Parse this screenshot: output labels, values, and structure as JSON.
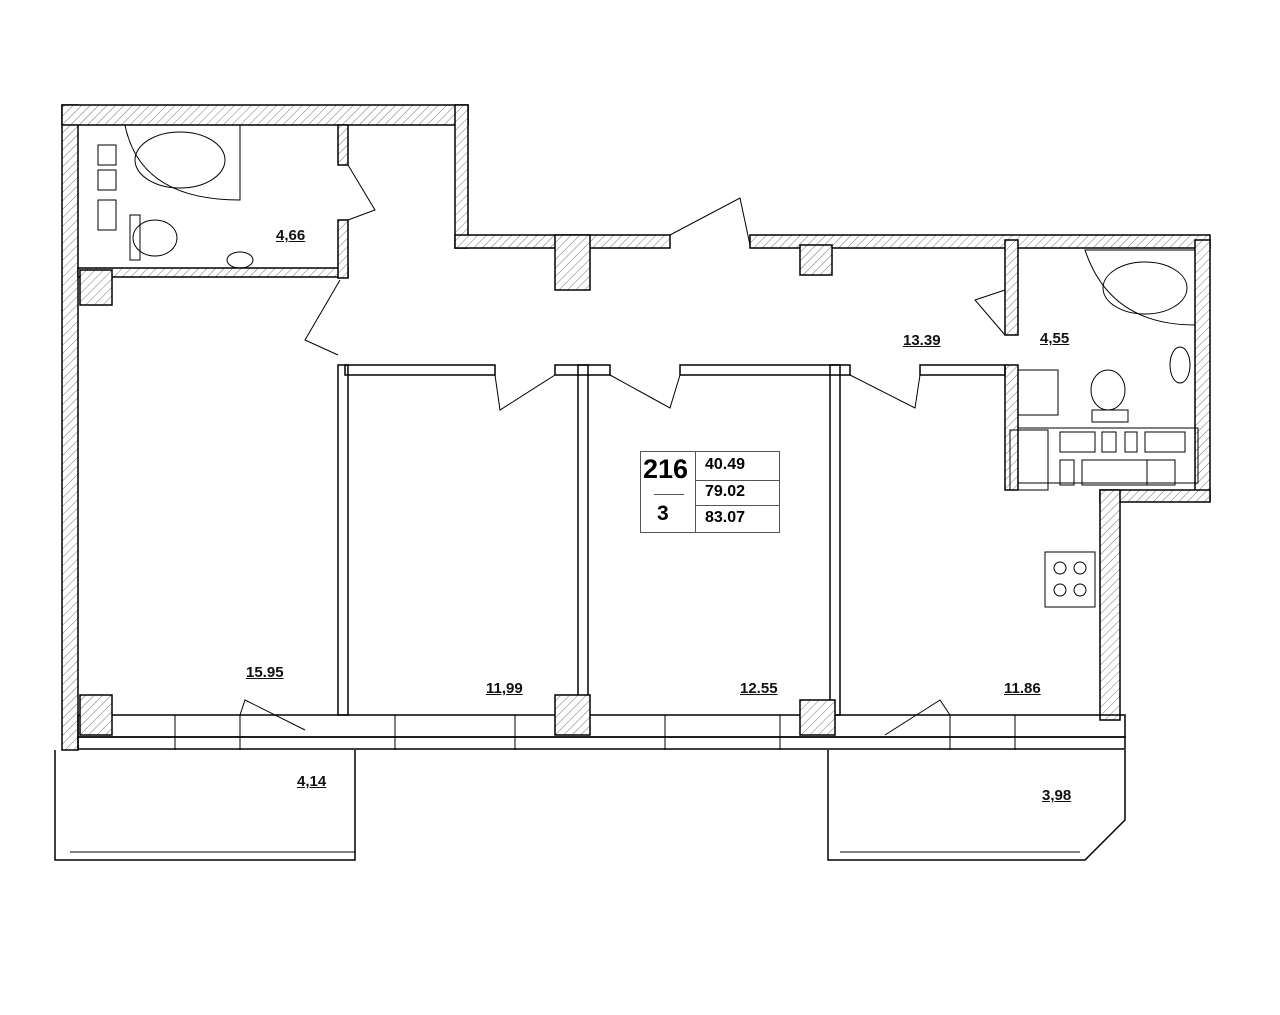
{
  "apartment": {
    "number": "216",
    "rooms": "3",
    "living_area": "40.49",
    "total_area": "79.02",
    "total_area_with_balconies": "83.07"
  },
  "rooms": [
    {
      "name": "bathroom-1",
      "area": "4,66"
    },
    {
      "name": "hall",
      "area": "13.39"
    },
    {
      "name": "bathroom-2",
      "area": "4,55"
    },
    {
      "name": "bedroom-1",
      "area": "15.95"
    },
    {
      "name": "bedroom-2",
      "area": "11,99"
    },
    {
      "name": "bedroom-3",
      "area": "12.55"
    },
    {
      "name": "kitchen",
      "area": "11.86"
    },
    {
      "name": "balcony-1",
      "area": "4,14"
    },
    {
      "name": "balcony-2",
      "area": "3,98"
    }
  ]
}
